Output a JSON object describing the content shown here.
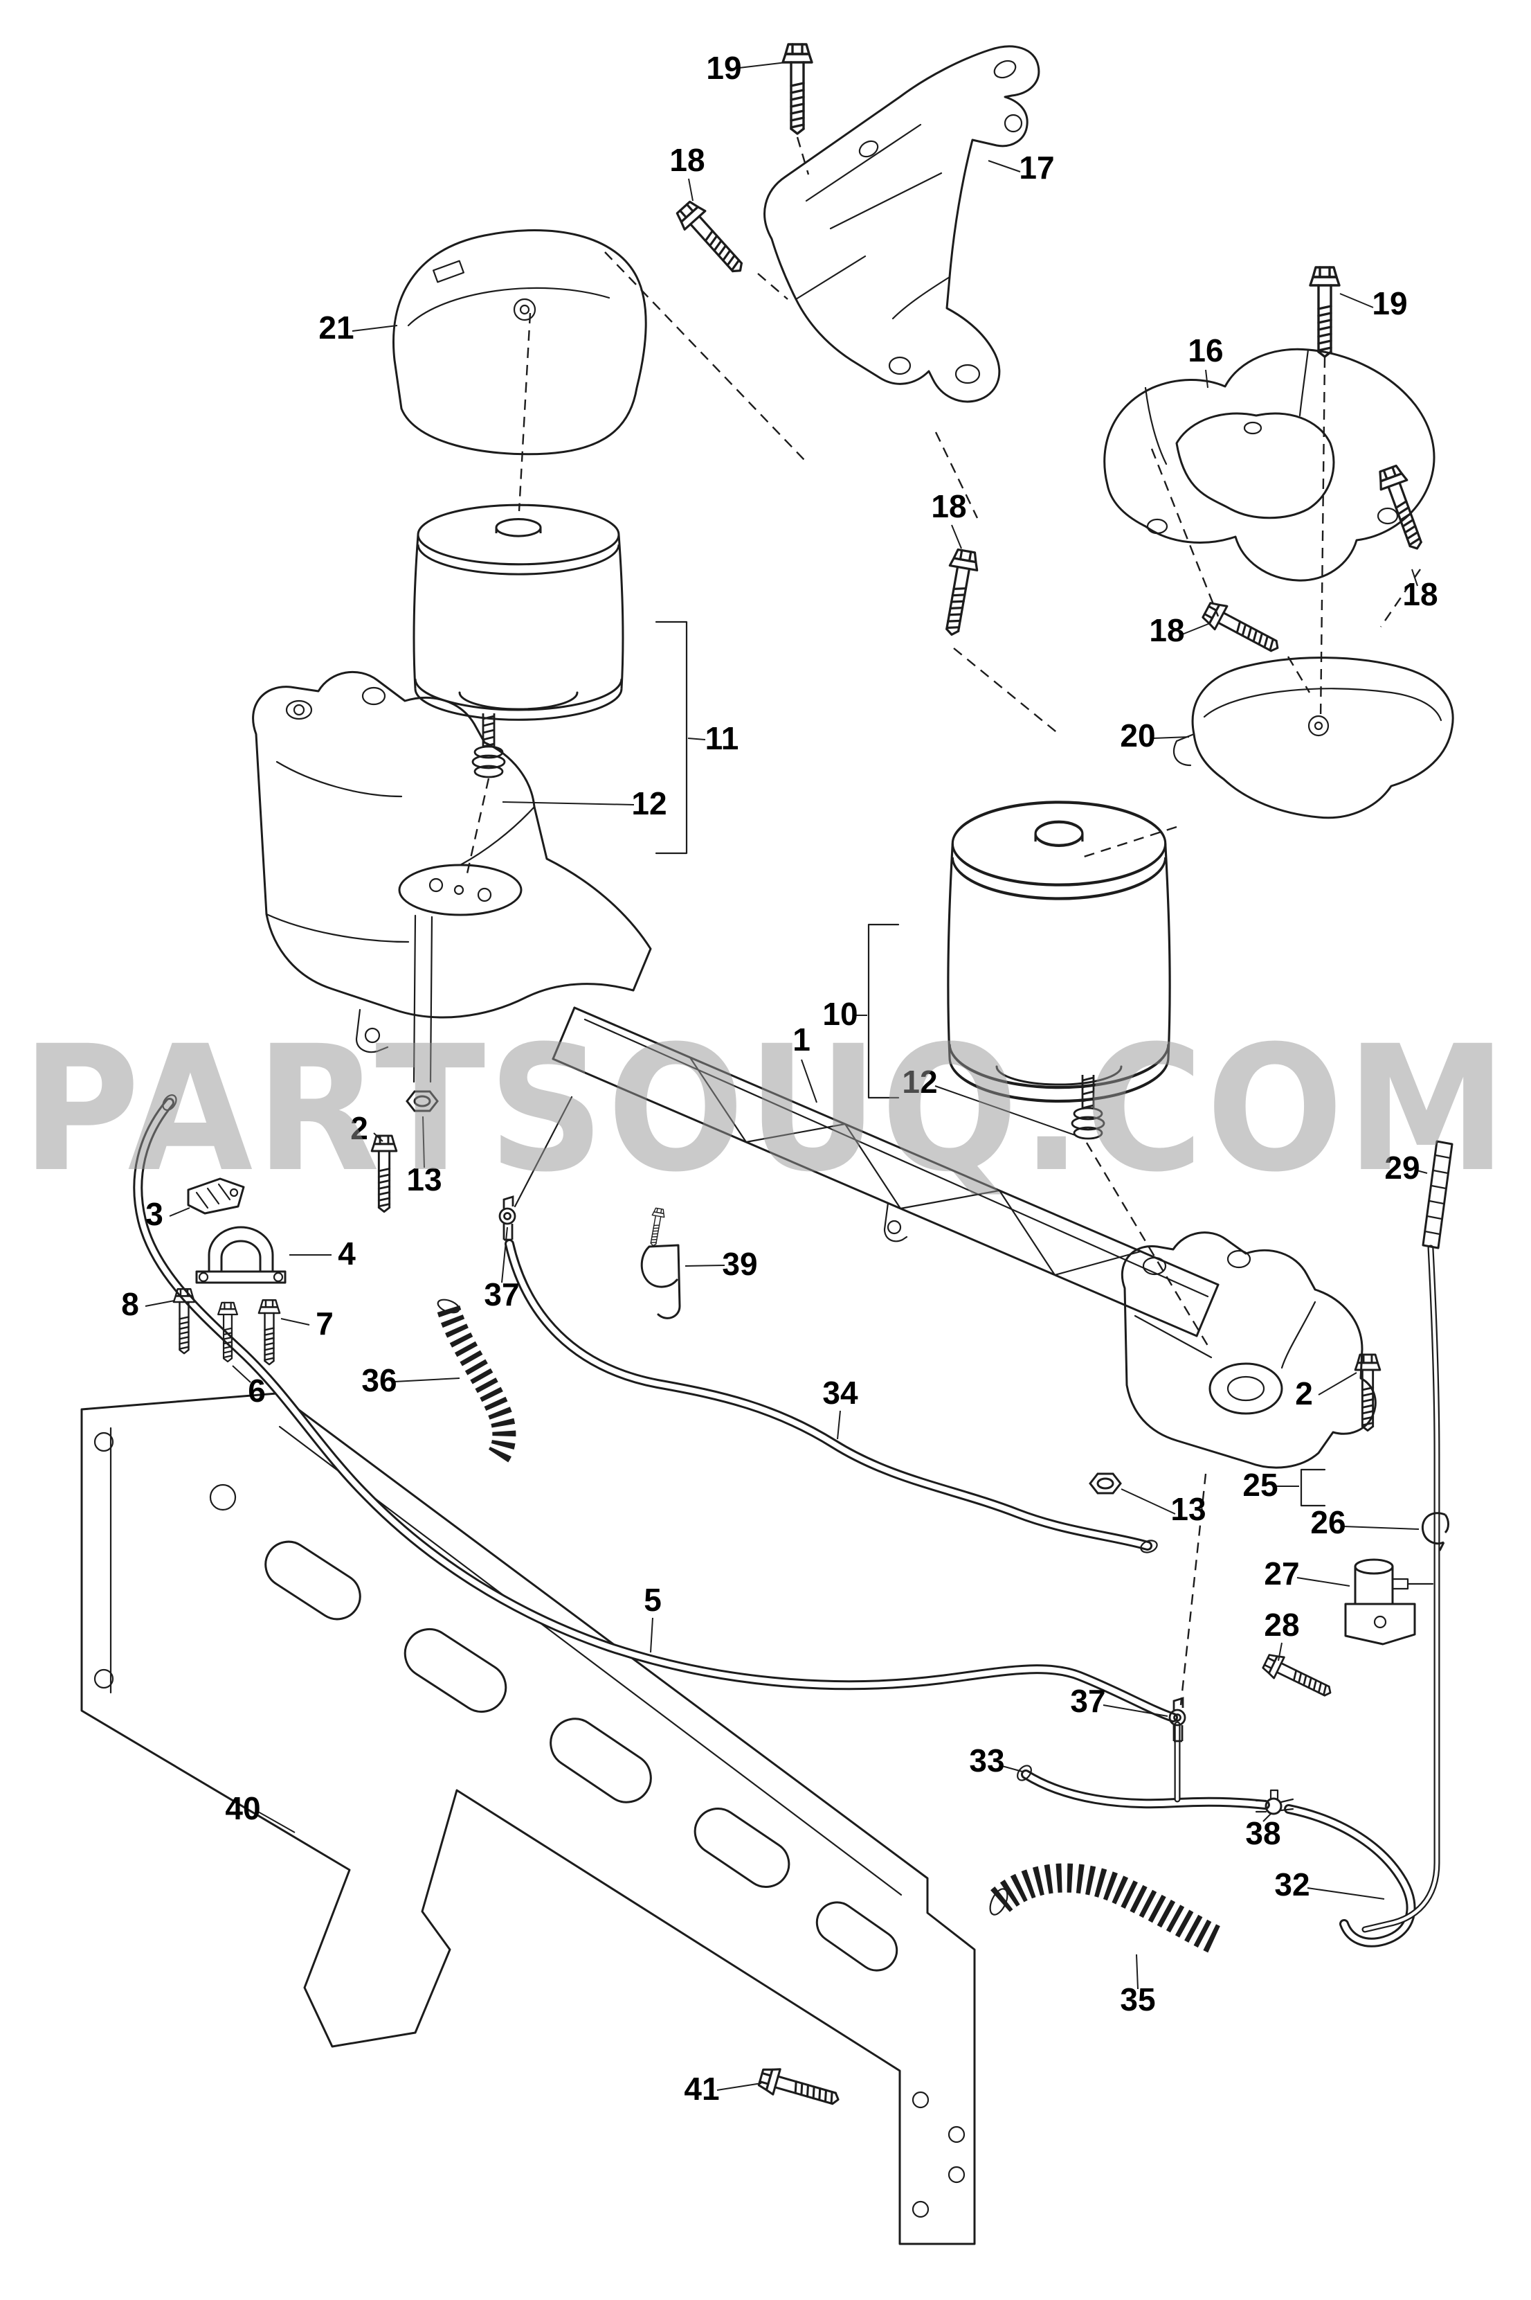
{
  "watermark": "PARTSOUQ.COM",
  "callouts": [
    {
      "label": "19"
    },
    {
      "label": "18"
    },
    {
      "label": "17"
    },
    {
      "label": "21"
    },
    {
      "label": "16"
    },
    {
      "label": "19"
    },
    {
      "label": "18"
    },
    {
      "label": "18"
    },
    {
      "label": "18"
    },
    {
      "label": "20"
    },
    {
      "label": "11"
    },
    {
      "label": "12"
    },
    {
      "label": "10"
    },
    {
      "label": "12"
    },
    {
      "label": "1"
    },
    {
      "label": "2"
    },
    {
      "label": "13"
    },
    {
      "label": "3"
    },
    {
      "label": "4"
    },
    {
      "label": "8"
    },
    {
      "label": "7"
    },
    {
      "label": "6"
    },
    {
      "label": "37"
    },
    {
      "label": "39"
    },
    {
      "label": "36"
    },
    {
      "label": "34"
    },
    {
      "label": "29"
    },
    {
      "label": "2"
    },
    {
      "label": "25"
    },
    {
      "label": "26"
    },
    {
      "label": "27"
    },
    {
      "label": "28"
    },
    {
      "label": "13"
    },
    {
      "label": "5"
    },
    {
      "label": "33"
    },
    {
      "label": "37"
    },
    {
      "label": "38"
    },
    {
      "label": "32"
    },
    {
      "label": "35"
    },
    {
      "label": "40"
    },
    {
      "label": "41"
    }
  ]
}
